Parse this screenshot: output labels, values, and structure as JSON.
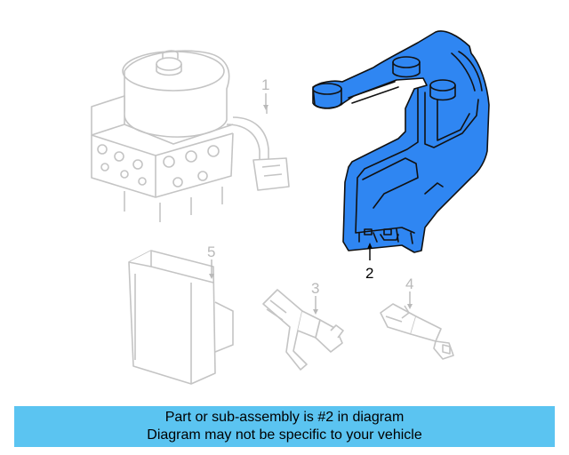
{
  "diagram": {
    "callouts": {
      "part1": "1",
      "part2": "2",
      "part3": "3",
      "part4": "4",
      "part5": "5"
    },
    "highlight_color": "#2f86f2",
    "faded_line_color": "#c4c4c4"
  },
  "banner": {
    "line1": "Part or sub-assembly is #2 in diagram",
    "line2": "Diagram may not be specific to your vehicle",
    "background": "#5bc4f1"
  }
}
